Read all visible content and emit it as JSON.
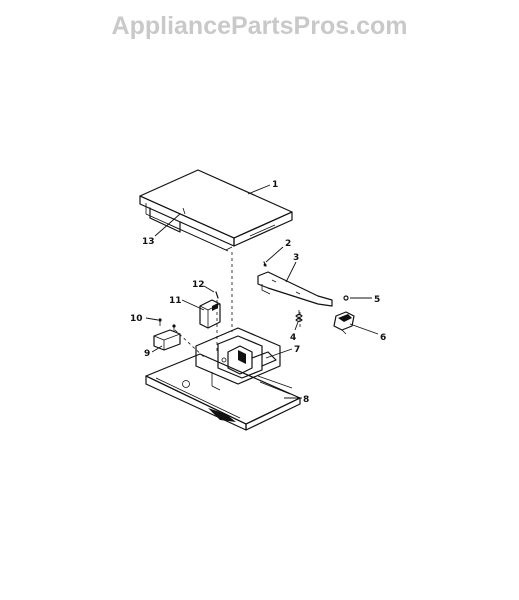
{
  "watermark": {
    "text": "AppliancePartsPros.com",
    "color": "#c9c9c9"
  },
  "diagram": {
    "callouts": [
      "1",
      "2",
      "3",
      "4",
      "5",
      "6",
      "7",
      "8",
      "9",
      "10",
      "11",
      "12",
      "13"
    ]
  }
}
